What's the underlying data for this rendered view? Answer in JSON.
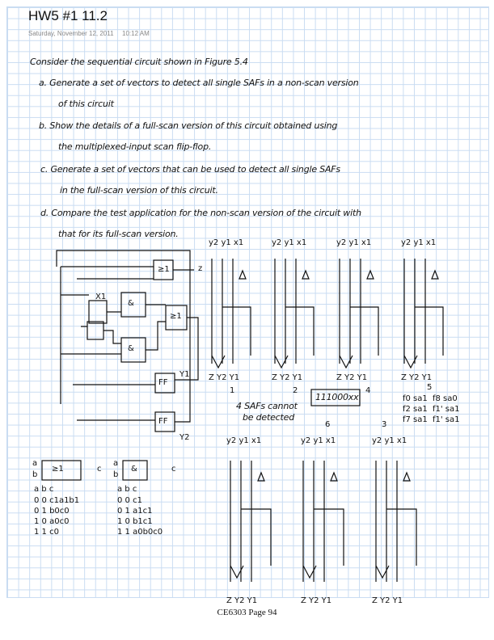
{
  "page": {
    "title": "HW5 #1 11.2",
    "date": "Saturday, November 12, 2011",
    "time": "10:12 AM",
    "footer": "CE6303 Page 94"
  },
  "problem": {
    "intro": "Consider the sequential circuit shown in Figure 5.4",
    "a1": "a. Generate a set of vectors to detect all single SAFs in a non-scan version",
    "a2": "of this circuit",
    "b1": "b. Show the details of a full-scan version of this circuit obtained using",
    "b2": "the multiplexed-input scan flip-flop.",
    "c1": "c. Generate a set of vectors that can be used to detect all single SAFs",
    "c2": "in the full-scan version of this circuit.",
    "d1": "d. Compare the test application for the non-scan version of the circuit with",
    "d2": "that for its full-scan version."
  },
  "circuit": {
    "out": "z",
    "ff1": "FF",
    "ff2": "FF",
    "y1": "Y1",
    "y2": "Y2",
    "x1": "X1",
    "or_gate": "≥1",
    "and_gate": "&"
  },
  "truth_tables": {
    "or": {
      "inputs": [
        "a",
        "b"
      ],
      "out": "c",
      "header": "a b c",
      "rows": [
        "0 0 c1a1b1",
        "0 1 b0c0",
        "1 0 a0c0",
        "1 1 c0"
      ]
    },
    "and": {
      "inputs": [
        "a",
        "b"
      ],
      "out": "c",
      "header": "a b c",
      "rows": [
        "0 0 c1",
        "0 1 a1c1",
        "1 0 b1c1",
        "1 1 a0b0c0"
      ]
    }
  },
  "scan_panels": {
    "top_headers": [
      "y2 y1 x1",
      "y2 y1 x1",
      "y2 y1 x1",
      "y2 y1 x1"
    ],
    "top_footers": [
      "Z Y2 Y1",
      "Z Y2 Y1",
      "Z Y2 Y1",
      "Z Y2 Y1"
    ],
    "bottom_headers": [
      "y2 y1 x1",
      "y2 y1 x1",
      "y2 y1 x1"
    ],
    "bottom_footers": [
      "Z Y2 Y1",
      "Z Y2 Y1",
      "Z Y2 Y1"
    ],
    "numbers": [
      "1",
      "2",
      "4",
      "5",
      "6",
      "3"
    ]
  },
  "notes": {
    "cannot": "4 SAFs cannot",
    "cannot2": "be detected",
    "vector": "111000xx",
    "faults": [
      "f0 sa1",
      "f8 sa0",
      "f2 sa1",
      "f1' sa1",
      "f7 sa1",
      "f1' sa1"
    ]
  }
}
